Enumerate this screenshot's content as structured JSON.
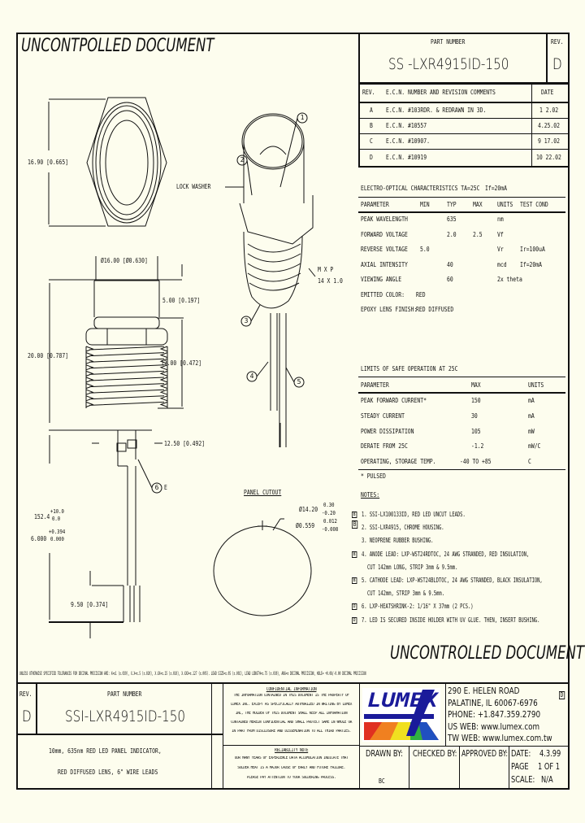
{
  "watermark_top": "UNCONTPOLLED DOCUMENT",
  "watermark_bottom": "UNCONTROLLED DOCUMENT",
  "header": {
    "part_number_label": "PART NUMBER",
    "part_number": "SS -LXR4915ID-150",
    "rev_label": "REV.",
    "rev": "D"
  },
  "revisions": {
    "headers": [
      "REV.",
      "E.C.N. NUMBER AND REVISION COMMENTS",
      "DATE"
    ],
    "rows": [
      {
        "rev": "A",
        "comment": "E.C.N. #103RDR. & REDRAWN IN 3D.",
        "date": "1 2.02"
      },
      {
        "rev": "B",
        "comment": "E.C.N. #10557",
        "date": "4.25.02"
      },
      {
        "rev": "C",
        "comment": "E.C.N. #10907.",
        "date": "9 17.02"
      },
      {
        "rev": "D",
        "comment": "E.C.N. #10919",
        "date": "10 22.02"
      }
    ]
  },
  "electro_optical": {
    "title": "ELECTRO-OPTICAL CHARACTERISTICS TA=25C",
    "condition": "If=20mA",
    "headers": [
      "PARAMETER",
      "MIN",
      "TYP",
      "MAX",
      "UNITS",
      "TEST COND"
    ],
    "rows": [
      [
        "PEAK WAVELENGTH",
        "",
        "635",
        "",
        "nm",
        ""
      ],
      [
        "FORWARD VOLTAGE",
        "",
        "2.0",
        "2.5",
        "Vf",
        ""
      ],
      [
        "REVERSE VOLTAGE",
        "5.0",
        "",
        "",
        "Vr",
        "Ir=100uA"
      ],
      [
        "AXIAL INTENSITY",
        "",
        "40",
        "",
        "mcd",
        "If=20mA"
      ],
      [
        "VIEWING ANGLE",
        "",
        "60",
        "",
        "2x theta",
        ""
      ]
    ],
    "emitted_color_label": "EMITTED COLOR:",
    "emitted_color": "RED",
    "epoxy_label": "EPOXY LENS FINISH:",
    "epoxy": "RED DIFFUSED"
  },
  "safe_operation": {
    "title": "LIMITS OF SAFE OPERATION AT 25C",
    "headers": [
      "PARAMETER",
      "MAX",
      "UNITS"
    ],
    "rows": [
      [
        "PEAK FORWARD CURRENT*",
        "150",
        "mA"
      ],
      [
        "STEADY CURRENT",
        "30",
        "mA"
      ],
      [
        "POWER DISSIPATION",
        "105",
        "mW"
      ],
      [
        "DERATE FROM 25C",
        "-1.2",
        "mW/C"
      ],
      [
        "OPERATING, STORAGE TEMP.",
        "-40 TO +85",
        "C"
      ]
    ],
    "footnote": "* PULSED"
  },
  "notes": {
    "title": "NOTES:",
    "items": [
      {
        "flag": "B",
        "text": "1. SSI-LX100133ID, RED LED UNCUT LEADS."
      },
      {
        "flag": "",
        "text": "2. SSI-LXR4915, CHROME HOUSING."
      },
      {
        "flag": "",
        "text": "3. NEOPRENE RUBBER BUSHING."
      },
      {
        "flag": "B",
        "text": "4. ANODE LEAD: LXP-WST24RDTOC, 24 AWG STRANDED, RED INSULATION,"
      },
      {
        "flag": "",
        "text": "CUT 142mm LONG, STRIP 3mm & 9.5mm."
      },
      {
        "flag": "B",
        "text": "5. CATHODE LEAD: LXP-WST24BLDTOC, 24 AWG STRANDED, BLACK INSULATION,"
      },
      {
        "flag": "",
        "text": "CUT 142mm, STRIP 3mm & 9.5mm."
      },
      {
        "flag": "D",
        "text": "6. LXP-HEATSHRINK-2: 1/16\" X 37mm (2 PCS.)"
      },
      {
        "flag": "D",
        "text": "7. LED IS SECURED INSIDE HOLDER WITH UV GLUE. THEN, INSERT BUSHING."
      }
    ]
  },
  "drawing": {
    "dim_hex": "16.90 [0.665]",
    "dim_dia": "Ø16.00 [Ø0.630]",
    "dim_top": "5.00 [0.197]",
    "dim_total": "20.00 [0.787]",
    "dim_thread": "12.00 [0.472]",
    "dim_lead_gap": "12.50 [0.492]",
    "dim_lead_len": "152.4",
    "dim_lead_len_tol_plus": "+10.0",
    "dim_lead_len_tol_minus": "0.0",
    "dim_lead_len_in": "6.000",
    "dim_lead_len_in_tol_plus": "+0.394",
    "dim_lead_len_in_tol_minus": "0.000",
    "dim_strip": "9.50 [0.374]",
    "lock_washer": "LOCK WASHER",
    "thread_label_1": "M X P",
    "thread_label_2": "14 X 1.0",
    "balloons": [
      "1",
      "2",
      "3",
      "4",
      "5",
      "6"
    ],
    "balloon6_suffix": "E",
    "panel_cutout_title": "PANEL CUTOUT",
    "cutout_dim": "Ø14.20",
    "cutout_tol_plus": "0.30",
    "cutout_tol_minus": "-0.20",
    "cutout_dim_in": "Ø0.559",
    "cutout_in_tol_plus": "0.012",
    "cutout_in_tol_minus": "-0.008",
    "cutout_flag": "B"
  },
  "tolerance_note": "UNLESS OTHERWISE SPECIFIED TOLERANCES FOR DECIMAL PRECISION ARE: X=±1 (±.039), X.X=±.5 (±.020), X.XX=±.25 (±.010), X.XXX=±.127 (±.005). LEAD SIZE=±.05 (±.002), LEAD LENGTH=±.75 (±.030), ANG=± DECIMAL PRECISION, HOLE= +0.08/-0.00 DECIMAL PRECISION",
  "title_block": {
    "rev_label": "REV.",
    "rev": "D",
    "part_number_label": "PART NUMBER",
    "part_number": "SSI-LXR4915ID-150",
    "description_1": "10mm, 635nm RED LED PANEL INDICATOR,",
    "description_2": "RED DIFFUSED LENS, 6\" WIRE LEADS",
    "confidential_title": "CONFIDENTIAL INFORMATION",
    "confidential_text": [
      "THE INFORMATION CONTAINED IN THIS DOCUMENT IS THE PROPERTY OF",
      "LUMEX INC. EXCEPT AS SPECIFICALLY AUTHORIZED IN WRITING BY LUMEX",
      "INC, THE HOLDER OF THIS DOCUMENT SHALL KEEP ALL INFORMATION",
      "CONTAINED HEREIN CONFIDENTIAL AND SHALL PROTECT SAME IN WHOLE OR",
      "IN PART FROM DISCLOSURE AND DISSEMINATION TO ALL THIRD PARTIES."
    ],
    "reliability_title": "RELIABILITY NOTE",
    "reliability_text": [
      "OUR MANY YEARS OF EXPERIENCE DATA ACCUMULATION INDICATE THAT",
      "SOLDER HEAT IS A MAJOR CAUSE OF EARLY AND FUTURE FAILURE.",
      "PLEASE PAY ATTENTION TO YOUR SOLDERING PROCESS."
    ],
    "logo_text": "LUMEX",
    "address": [
      "290 E. HELEN ROAD",
      "PALATINE, IL 60067-6976",
      "PHONE: +1.847.359.2790",
      "US WEB: www.lumex.com",
      "TW WEB: www.lumex.com.tw"
    ],
    "address_flag": "D",
    "drawn_by_label": "DRAWN BY:",
    "drawn_by": "BC",
    "checked_by_label": "CHECKED BY:",
    "approved_by_label": "APPROVED BY:",
    "date_label": "DATE:",
    "date": "4.3.99",
    "page_label": "PAGE",
    "page": "1 OF 1",
    "scale_label": "SCALE:",
    "scale": "N/A"
  },
  "colors": {
    "background": "#fdfdee",
    "ink": "#111111",
    "logo_blue": "#1a1a9a"
  }
}
